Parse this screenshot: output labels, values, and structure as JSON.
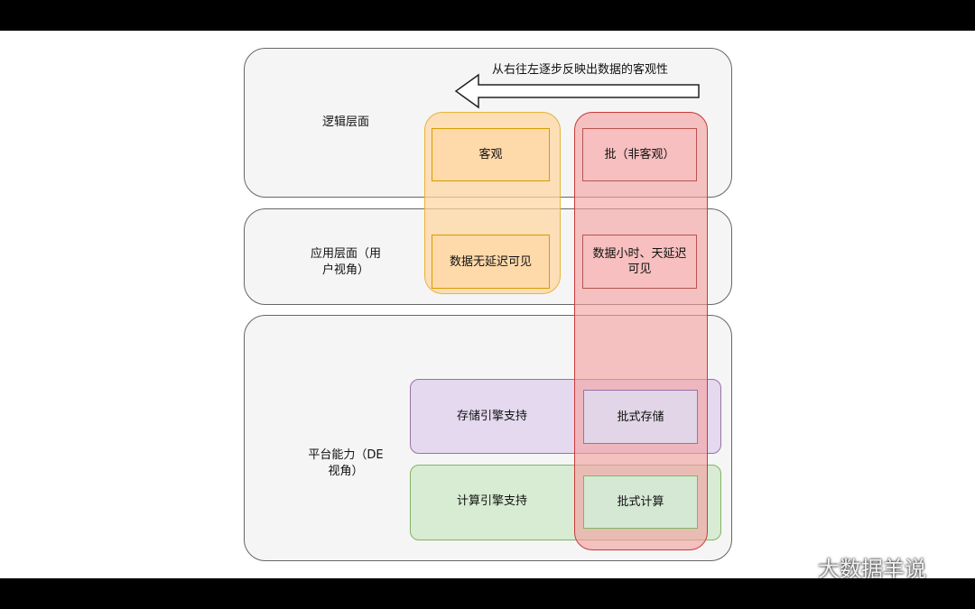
{
  "arrow": {
    "label": "从右往左逐步反映出数据的客观性"
  },
  "layers": {
    "logic": {
      "label": "逻辑层面"
    },
    "app": {
      "label_line1": "应用层面（用",
      "label_line2": "户视角）"
    },
    "platform": {
      "label_line1": "平台能力（DE",
      "label_line2": "视角）"
    }
  },
  "orange_column": {
    "top_box": "客观",
    "bottom_box": "数据无延迟可见"
  },
  "red_column": {
    "top_box": "批（非客观）",
    "middle_box_line1": "数据小时、天延迟",
    "middle_box_line2": "可见",
    "storage_box": "批式存储",
    "compute_box": "批式计算"
  },
  "bands": {
    "storage": "存储引擎支持",
    "compute": "计算引擎支持"
  },
  "watermark": {
    "text": "大数据羊说",
    "icon": "wechat-icon"
  },
  "colors": {
    "orange": "#d79b00",
    "red": "#b85450",
    "purple": "#9673a6",
    "green": "#82b366"
  }
}
